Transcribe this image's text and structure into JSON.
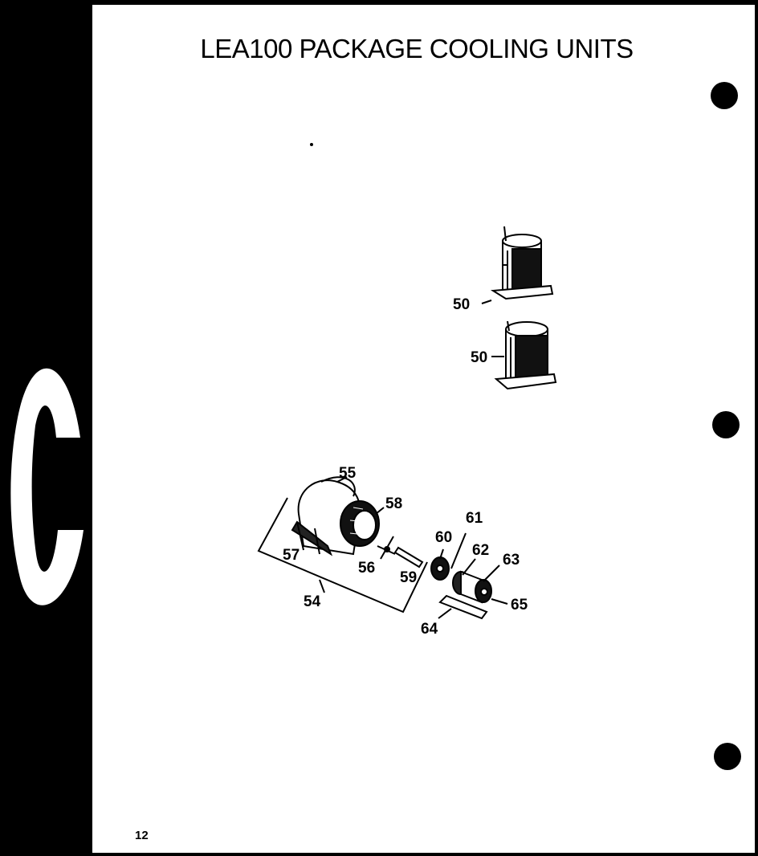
{
  "document": {
    "title": "LEA100 PACKAGE COOLING UNITS",
    "page_number": "12",
    "tab_letter": "C"
  },
  "callouts": {
    "c50a": "50",
    "c50b": "50",
    "c54": "54",
    "c55": "55",
    "c56": "56",
    "c57": "57",
    "c58": "58",
    "c59": "59",
    "c60": "60",
    "c61": "61",
    "c62": "62",
    "c63": "63",
    "c64": "64",
    "c65": "65"
  },
  "icons": {
    "binder_holes": "punch-hole-icon",
    "compressor": "compressor-icon",
    "blower": "blower-wheel-icon",
    "motor": "motor-icon"
  }
}
